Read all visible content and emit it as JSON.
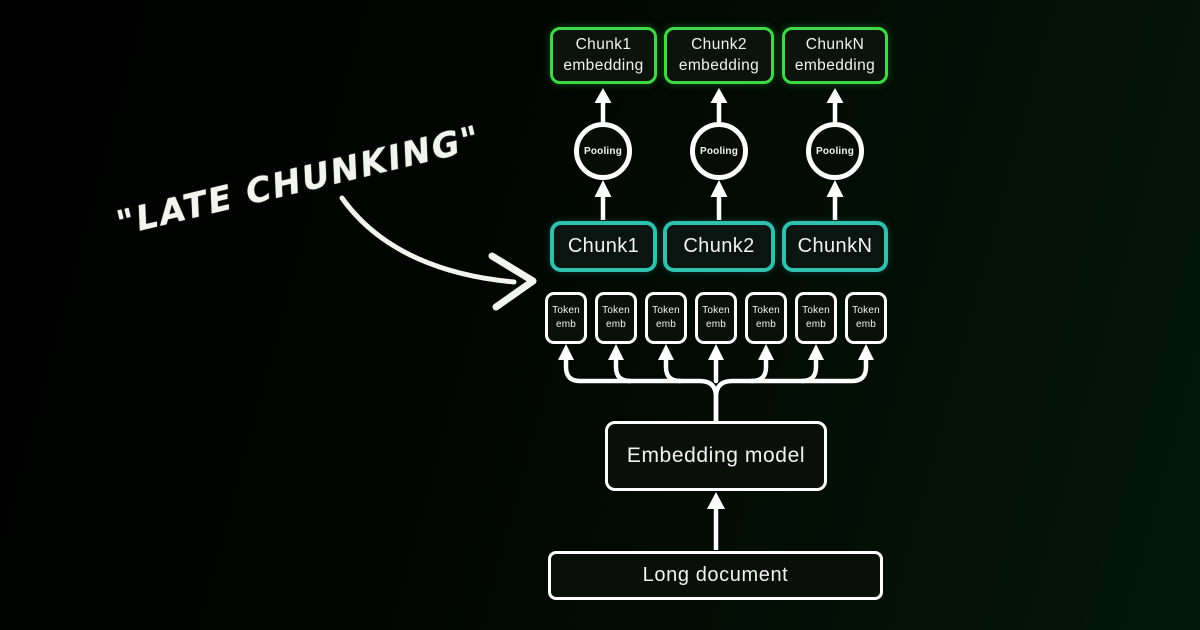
{
  "annotation": {
    "text": "\"LATE CHUNKING\""
  },
  "columns": [
    {
      "emb_line1": "Chunk1",
      "emb_line2": "embedding",
      "pooling": "Pooling",
      "chunk": "Chunk1"
    },
    {
      "emb_line1": "Chunk2",
      "emb_line2": "embedding",
      "pooling": "Pooling",
      "chunk": "Chunk2"
    },
    {
      "emb_line1": "ChunkN",
      "emb_line2": "embedding",
      "pooling": "Pooling",
      "chunk": "ChunkN"
    }
  ],
  "tokens": [
    {
      "line1": "Token",
      "line2": "emb"
    },
    {
      "line1": "Token",
      "line2": "emb"
    },
    {
      "line1": "Token",
      "line2": "emb"
    },
    {
      "line1": "Token",
      "line2": "emb"
    },
    {
      "line1": "Token",
      "line2": "emb"
    },
    {
      "line1": "Token",
      "line2": "emb"
    },
    {
      "line1": "Token",
      "line2": "emb"
    }
  ],
  "embedding_model": {
    "label": "Embedding model"
  },
  "long_document": {
    "label": "Long document"
  },
  "colors": {
    "chunk_embedding_border": "#3fd944",
    "chunk_border": "#2fc0ae",
    "connector": "#ffffff",
    "background_dark": "#000000",
    "background_green": "#05170b"
  }
}
